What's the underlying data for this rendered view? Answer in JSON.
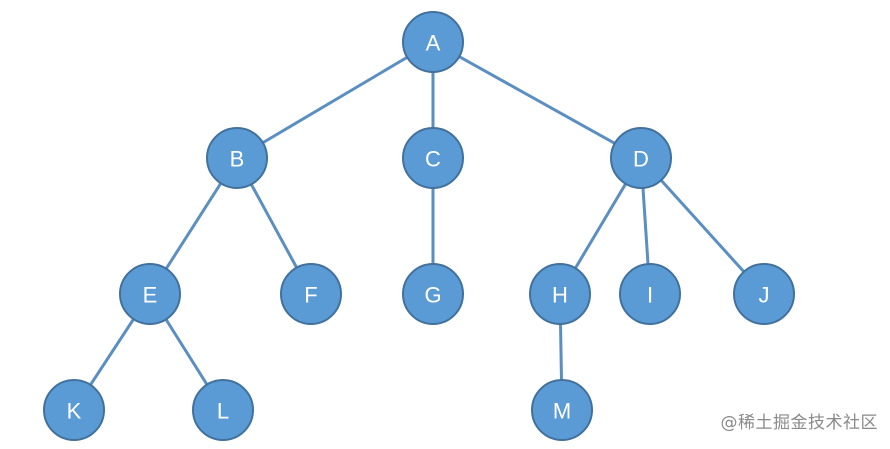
{
  "tree": {
    "nodes": [
      {
        "id": "A",
        "label": "A"
      },
      {
        "id": "B",
        "label": "B"
      },
      {
        "id": "C",
        "label": "C"
      },
      {
        "id": "D",
        "label": "D"
      },
      {
        "id": "E",
        "label": "E"
      },
      {
        "id": "F",
        "label": "F"
      },
      {
        "id": "G",
        "label": "G"
      },
      {
        "id": "H",
        "label": "H"
      },
      {
        "id": "I",
        "label": "I"
      },
      {
        "id": "J",
        "label": "J"
      },
      {
        "id": "K",
        "label": "K"
      },
      {
        "id": "L",
        "label": "L"
      },
      {
        "id": "M",
        "label": "M"
      }
    ],
    "edges": [
      [
        "A",
        "B"
      ],
      [
        "A",
        "C"
      ],
      [
        "A",
        "D"
      ],
      [
        "B",
        "E"
      ],
      [
        "B",
        "F"
      ],
      [
        "C",
        "G"
      ],
      [
        "D",
        "H"
      ],
      [
        "D",
        "I"
      ],
      [
        "D",
        "J"
      ],
      [
        "E",
        "K"
      ],
      [
        "E",
        "L"
      ],
      [
        "H",
        "M"
      ]
    ]
  },
  "colors": {
    "node_fill": "#5b9bd5",
    "node_stroke": "#41719c",
    "edge": "#5b8ec1",
    "label": "#ffffff"
  },
  "watermark": {
    "text": "@稀土掘金技术社区"
  }
}
